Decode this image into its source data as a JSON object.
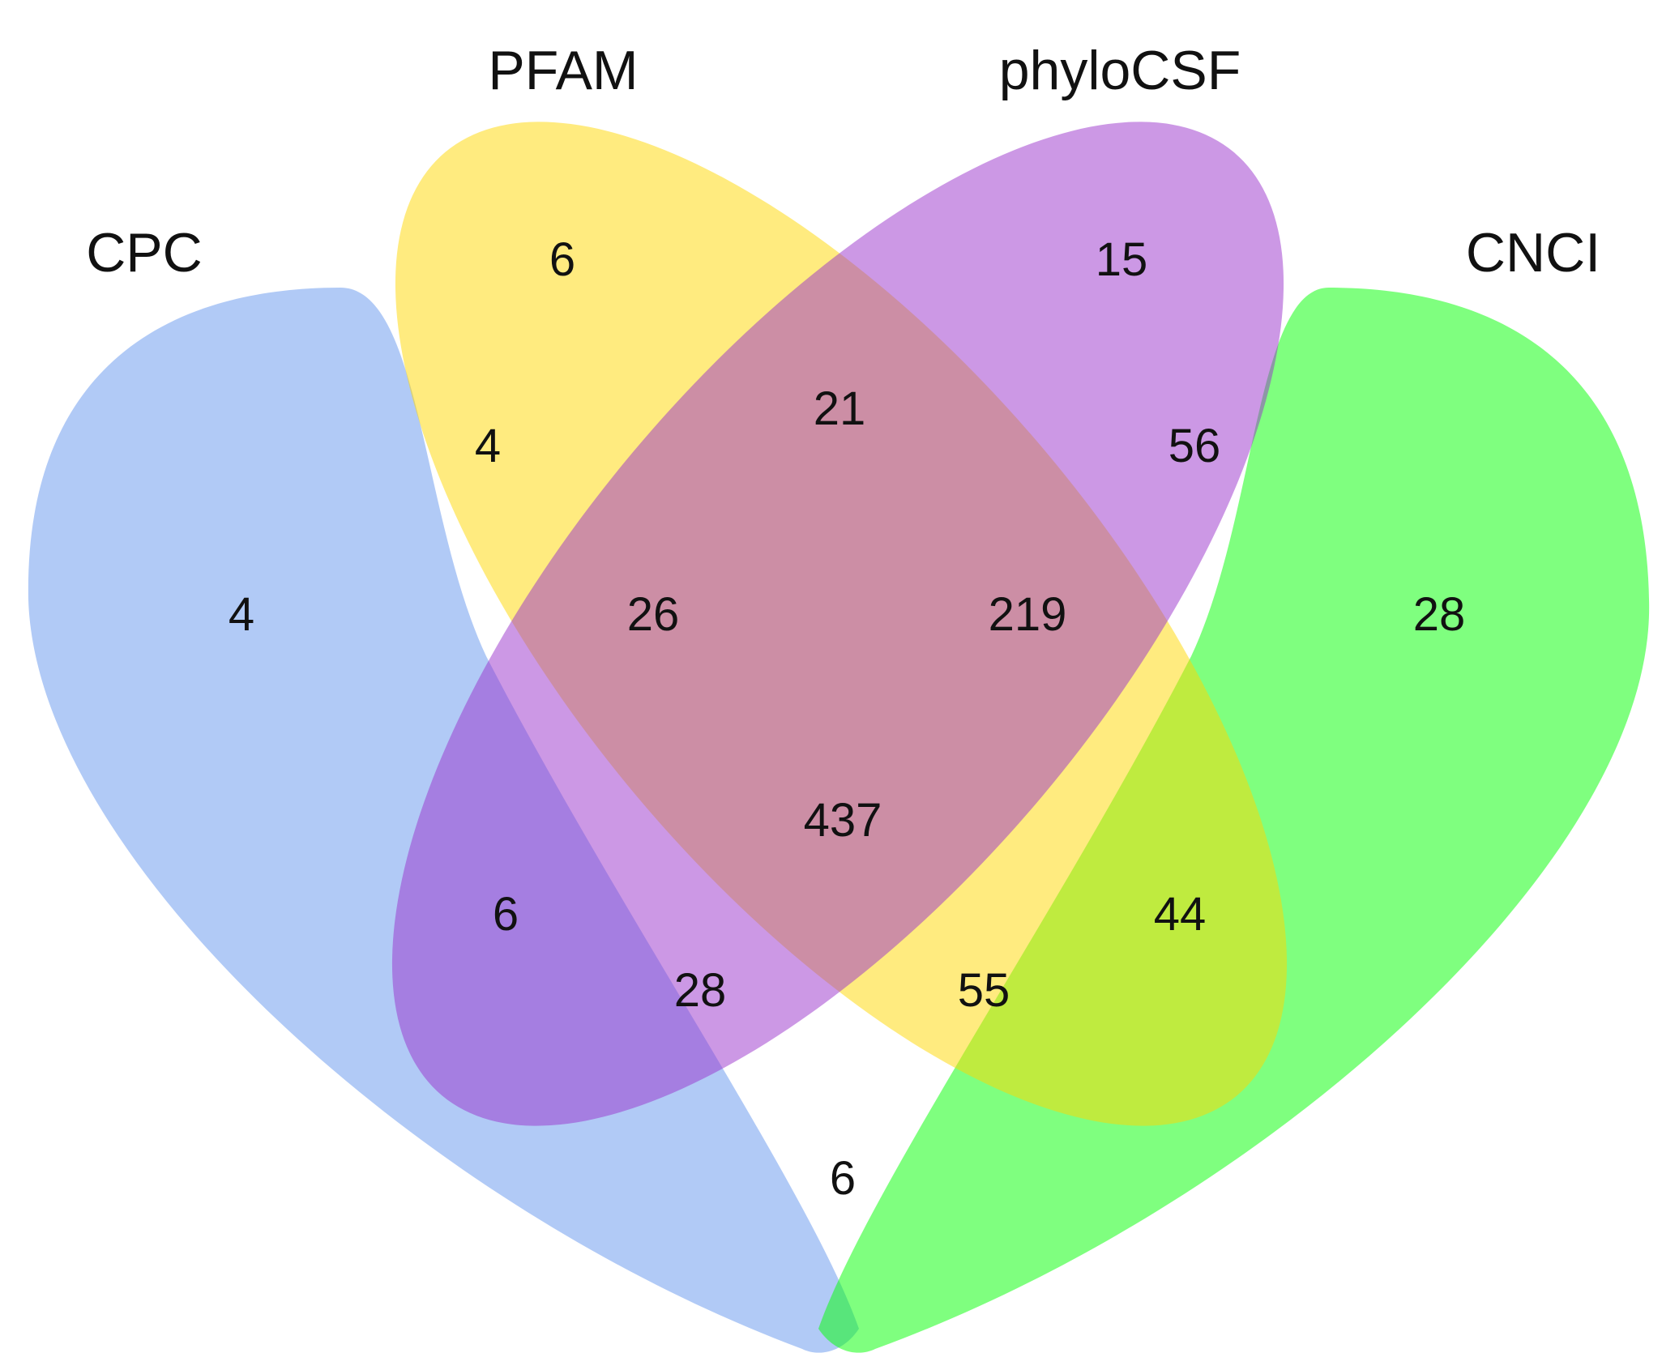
{
  "sets": [
    {
      "key": "cpc",
      "label": "CPC",
      "color": "#6495ED",
      "opacity": 0.5
    },
    {
      "key": "pfam",
      "label": "PFAM",
      "color": "#FFD700",
      "opacity": 0.5
    },
    {
      "key": "phylocsf",
      "label": "phyloCSF",
      "color": "#9932CC",
      "opacity": 0.5
    },
    {
      "key": "cnci",
      "label": "CNCI",
      "color": "#00FF00",
      "opacity": 0.5
    }
  ],
  "regions": [
    {
      "sets": [
        "cpc"
      ],
      "value": "4"
    },
    {
      "sets": [
        "pfam"
      ],
      "value": "6"
    },
    {
      "sets": [
        "phylocsf"
      ],
      "value": "15"
    },
    {
      "sets": [
        "cnci"
      ],
      "value": "28"
    },
    {
      "sets": [
        "cpc",
        "pfam"
      ],
      "value": "4"
    },
    {
      "sets": [
        "pfam",
        "phylocsf"
      ],
      "value": "21"
    },
    {
      "sets": [
        "phylocsf",
        "cnci"
      ],
      "value": "56"
    },
    {
      "sets": [
        "cpc",
        "pfam",
        "phylocsf"
      ],
      "value": "26"
    },
    {
      "sets": [
        "pfam",
        "phylocsf",
        "cnci"
      ],
      "value": "219"
    },
    {
      "sets": [
        "cpc",
        "pfam",
        "phylocsf",
        "cnci"
      ],
      "value": "437"
    },
    {
      "sets": [
        "cpc",
        "phylocsf"
      ],
      "value": "6"
    },
    {
      "sets": [
        "pfam",
        "cnci"
      ],
      "value": "44"
    },
    {
      "sets": [
        "cpc",
        "phylocsf",
        "cnci"
      ],
      "value": "28"
    },
    {
      "sets": [
        "cpc",
        "pfam",
        "cnci"
      ],
      "value": "55"
    },
    {
      "sets": [
        "cpc",
        "cnci"
      ],
      "value": "6"
    }
  ]
}
